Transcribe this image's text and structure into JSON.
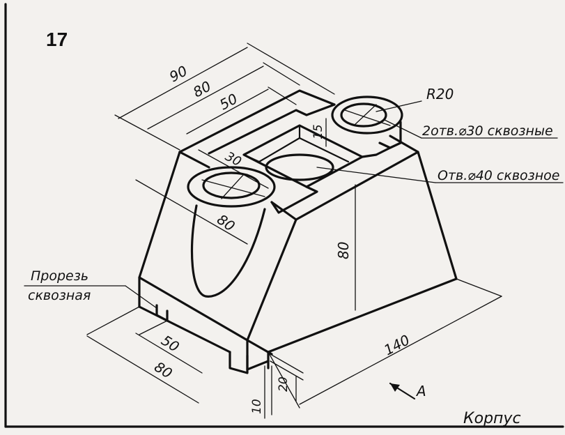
{
  "figure": {
    "number": "17",
    "title": "Корпус",
    "view_label": "A"
  },
  "dimensions": {
    "d90": "90",
    "d80_top": "80",
    "d50_top": "50",
    "d15": "15",
    "d30": "30",
    "d80_side": "80",
    "d80_height": "80",
    "d140": "140",
    "d50_bottom": "50",
    "d80_bottom": "80",
    "d20": "20",
    "d10": "10"
  },
  "annotations": {
    "radius": "R20",
    "two_holes": "2отв.⌀30 сквозные",
    "hole40": "Отв.⌀40 сквозное",
    "slot_line1": "Прорезь",
    "slot_line2": "сквозная"
  }
}
